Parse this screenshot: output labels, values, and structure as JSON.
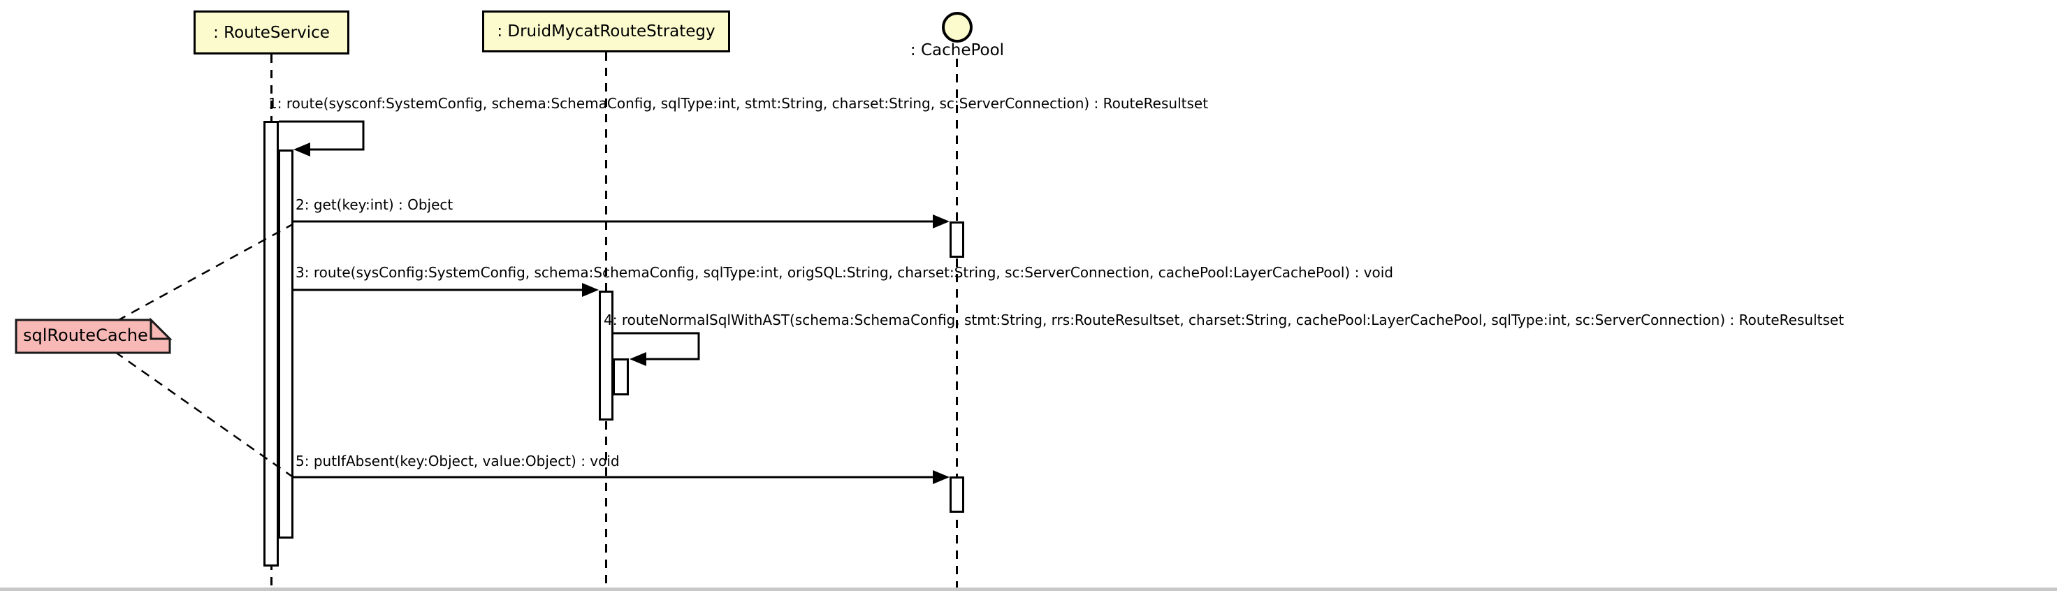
{
  "diagram": {
    "type": "uml-sequence-diagram",
    "participants": [
      {
        "label": ": RouteService",
        "shape": "lifeline-box"
      },
      {
        "label": ": DruidMycatRouteStrategy",
        "shape": "lifeline-box"
      },
      {
        "label": ": CachePool",
        "shape": "entity-circle"
      }
    ],
    "messages": [
      {
        "seq": "1",
        "label": "1: route(sysconf:SystemConfig, schema:SchemaConfig, sqlType:int, stmt:String, charset:String, sc:ServerConnection) : RouteResultset",
        "from": ": RouteService",
        "to": ": RouteService",
        "kind": "self-call"
      },
      {
        "seq": "2",
        "label": "2: get(key:int) : Object",
        "from": ": RouteService",
        "to": ": CachePool",
        "kind": "call"
      },
      {
        "seq": "3",
        "label": "3: route(sysConfig:SystemConfig, schema:SchemaConfig, sqlType:int, origSQL:String, charset:String, sc:ServerConnection, cachePool:LayerCachePool) : void",
        "from": ": RouteService",
        "to": ": DruidMycatRouteStrategy",
        "kind": "call"
      },
      {
        "seq": "4",
        "label": "4: routeNormalSqlWithAST(schema:SchemaConfig, stmt:String, rrs:RouteResultset, charset:String, cachePool:LayerCachePool, sqlType:int, sc:ServerConnection) : RouteResultset",
        "from": ": DruidMycatRouteStrategy",
        "to": ": DruidMycatRouteStrategy",
        "kind": "self-call"
      },
      {
        "seq": "5",
        "label": "5: putIfAbsent(key:Object, value:Object) : void",
        "from": ": RouteService",
        "to": ": CachePool",
        "kind": "call"
      }
    ],
    "note": {
      "label": "sqlRouteCache",
      "attached_to": [
        "message-2-send-point",
        "message-5-send-point"
      ]
    },
    "colors": {
      "participant_fill": "#FBFBCE",
      "note_fill": "#F8B9B6",
      "line": "#000000",
      "background": "#FFFFFF"
    }
  }
}
